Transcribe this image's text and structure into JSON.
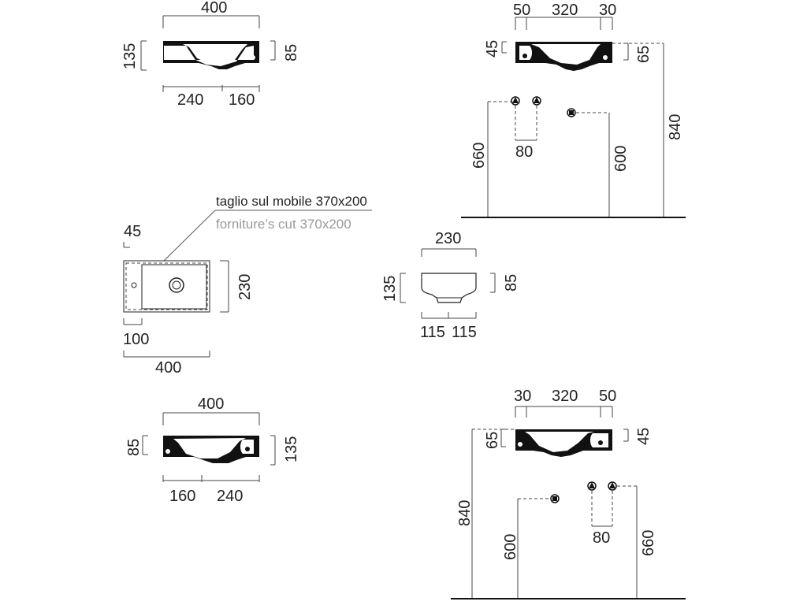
{
  "labels": {
    "cut_it": "taglio sul mobile 370x200",
    "cut_en": "forniture’s cut  370x200"
  },
  "dims": {
    "a_w": "400",
    "a_h1": "135",
    "a_h2": "85",
    "a_l": "240",
    "a_r": "160",
    "b_l": "50",
    "b_m": "320",
    "b_r": "30",
    "b_h1": "45",
    "b_h2": "65",
    "b_fh": "840",
    "b_inlet": "660",
    "b_spacing": "80",
    "b_drain": "600",
    "c_45": "45",
    "c_230": "230",
    "c_100": "100",
    "c_400": "400",
    "d_230": "230",
    "d_h1": "135",
    "d_h2": "85",
    "d_l": "115",
    "d_r": "115",
    "e_w": "400",
    "e_h1": "85",
    "e_h2": "135",
    "e_l": "160",
    "e_r": "240",
    "f_l": "30",
    "f_m": "320",
    "f_r": "50",
    "f_h1": "65",
    "f_h2": "45",
    "f_fh": "840",
    "f_drain": "600",
    "f_spacing": "80",
    "f_inlet": "660"
  },
  "colors": {
    "line": "#444444",
    "solid": "#111111",
    "grey_text": "#9a9a9a"
  }
}
